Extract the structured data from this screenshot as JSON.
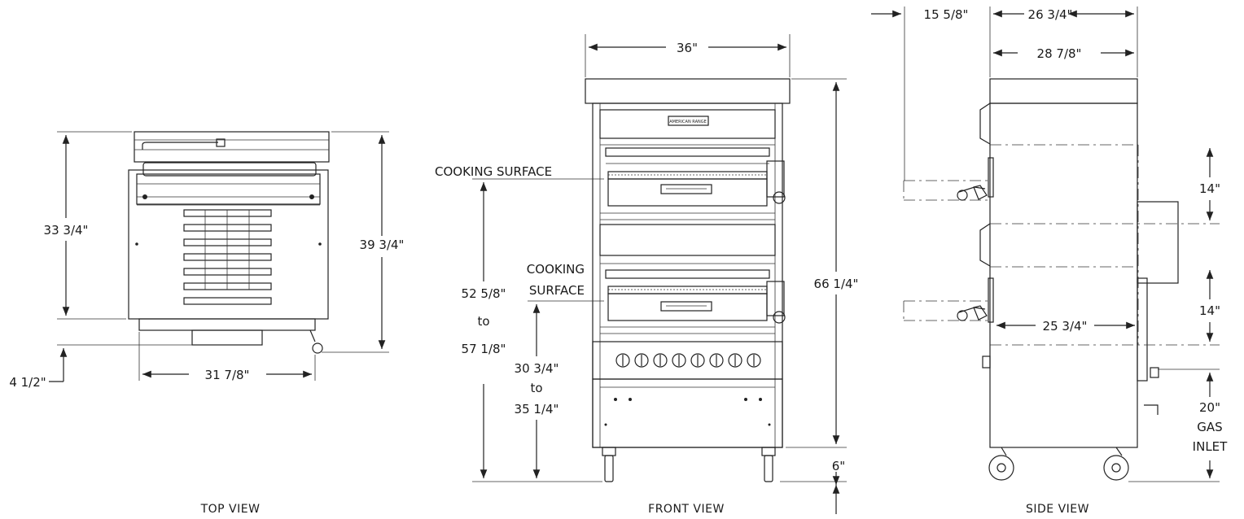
{
  "views": {
    "top": "TOP  VIEW",
    "front": "FRONT VIEW",
    "side": "SIDE  VIEW"
  },
  "top_dims": {
    "depth": "33 3/4\"",
    "overall_depth": "39 3/4\"",
    "width": "31 7/8\"",
    "offset": "4 1/2\""
  },
  "front_dims": {
    "width": "36\"",
    "height": "66 1/4\"",
    "upper_label": "COOKING SURFACE",
    "lower_label_1": "COOKING",
    "lower_label_2": "SURFACE",
    "upper_range_1": "52 5/8\"",
    "upper_range_2": "to",
    "upper_range_3": "57 1/8\"",
    "lower_range_1": "30 3/4\"",
    "lower_range_2": "to",
    "lower_range_3": "35 1/4\"",
    "leg": "6\""
  },
  "side_dims": {
    "handle": "15 5/8\"",
    "top_depth": "26 3/4\"",
    "body_depth": "28 7/8\"",
    "upper_chamber": "14\"",
    "lower_chamber": "14\"",
    "inner_depth": "25 3/4\"",
    "gas_height": "20\"",
    "gas_1": "GAS",
    "gas_2": "INLET"
  },
  "brand_plate": "AMERICAN RANGE"
}
